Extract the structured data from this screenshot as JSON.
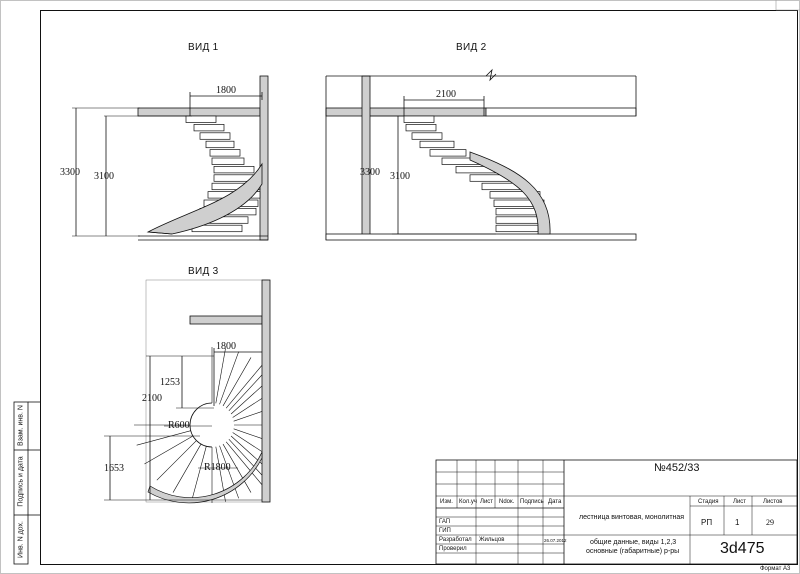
{
  "views": {
    "v1": {
      "title": "ВИД 1",
      "dim_width": "1800",
      "dim_height_outer": "3300",
      "dim_height_inner": "3100"
    },
    "v2": {
      "title": "ВИД 2",
      "dim_width": "2100",
      "dim_height_outer": "3300",
      "dim_height_inner": "3100"
    },
    "v3": {
      "title": "ВИД 3",
      "dim_width": "1800",
      "dim_a": "1253",
      "dim_b": "2100",
      "dim_c": "1653",
      "radius_inner": "R600",
      "radius_outer": "R1800"
    }
  },
  "side_stamp": {
    "cell1": "Взам. инв. N",
    "cell2": "Подпись и дата",
    "cell3": "Инв. N дох."
  },
  "title_block": {
    "project_number": "№452/33",
    "col_headers": [
      "Изм.",
      "Кол.уч",
      "Лист",
      "Ndoк.",
      "Подпись",
      "Дата"
    ],
    "roles": [
      "ГАП",
      "ГИП",
      "Разработал",
      "Проверил"
    ],
    "developer_name": "Жильцов",
    "developer_date": "26.07.2012",
    "object_name": "лестница винтовая, монолитная",
    "sheet_content_line1": "общие данные, виды 1,2,3",
    "sheet_content_line2": "основные (габаритные) р-ры",
    "stage_header": "Стадия",
    "sheet_header": "Лист",
    "sheets_header": "Листов",
    "stage_value": "РП",
    "sheet_value": "1",
    "sheets_value": "29",
    "code": "3d475"
  },
  "format_label": "Формат А3"
}
